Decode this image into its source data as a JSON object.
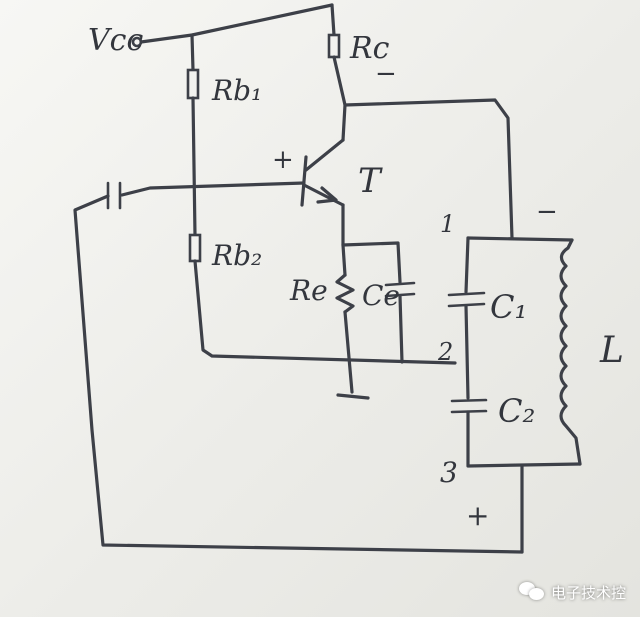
{
  "labels": {
    "vcc": "Vcc",
    "rc": "Rc",
    "rb1": "Rb₁",
    "rb2": "Rb₂",
    "transistor": "T",
    "re": "Re",
    "ce": "Ce",
    "c1": "C₁",
    "c2": "C₂",
    "inductor": "L",
    "node1": "1",
    "node2": "2",
    "node3": "3",
    "plus_base": "+",
    "plus_bottom": "+",
    "minus_collector": "−",
    "minus_tank": "−"
  },
  "watermark": {
    "text": "电子技术控",
    "icon": "wechat-icon"
  },
  "colors": {
    "ink": "#3d4048",
    "paper": "#f2f2ef"
  }
}
